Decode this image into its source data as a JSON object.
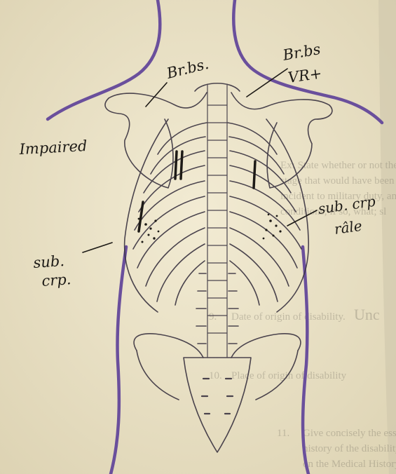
{
  "annotations": {
    "upper_left": "Br.bs.",
    "upper_right_line1": "Br.bs",
    "upper_right_line2": "VR+",
    "left_impaired": "Impaired",
    "left_sub_line1": "sub.",
    "left_sub_line2": "crp.",
    "right_sub_line1": "sub. crp",
    "right_sub_line2": "râle"
  },
  "bleed_through": {
    "line1": "Ex: State whether or not the malady is of",
    "line2": "stage that would have been incurred by",
    "line3": "incident to military duty, and",
    "line4": "conditions; if so, what; sl",
    "item_date_label": "Date of origin of disability.",
    "item_date_value": "Unc",
    "item_place_label": "Place of origin of disability",
    "item_number": "11.",
    "item_text_line1": "Give concisely the essential facts",
    "item_text_line2": "history of the disability, noting",
    "item_text_line3": "on the Medical History Sheet",
    "item_marker_9": "9.",
    "item_marker_10": "10."
  },
  "colors": {
    "ink_outline": "#6a4f9c",
    "ink_handwriting": "#1d1a16",
    "paper": "#ece4c9",
    "bleed_text": "#6f6a5d"
  }
}
